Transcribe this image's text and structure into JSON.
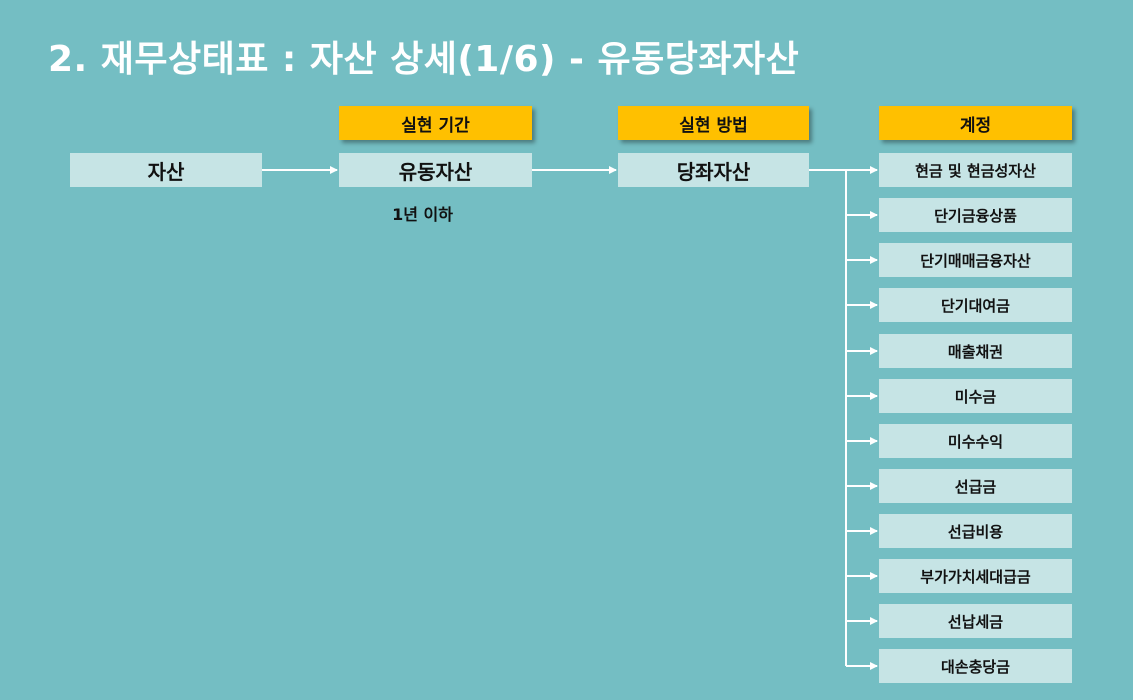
{
  "title": "2. 재무상태표 : 자산 상세(1/6) - 유동당좌자산",
  "headers": {
    "period": "실현 기간",
    "method": "실현 방법",
    "account": "계정"
  },
  "nodes": {
    "asset": "자산",
    "current_asset": "유동자산",
    "quick_asset": "당좌자산"
  },
  "period_note": "1년 이하",
  "accounts": [
    "현금 및 현금성자산",
    "단기금융상품",
    "단기매매금융자산",
    "단기대여금",
    "매출채권",
    "미수금",
    "미수수익",
    "선급금",
    "선급비용",
    "부가가치세대급금",
    "선납세금",
    "대손충당금"
  ]
}
